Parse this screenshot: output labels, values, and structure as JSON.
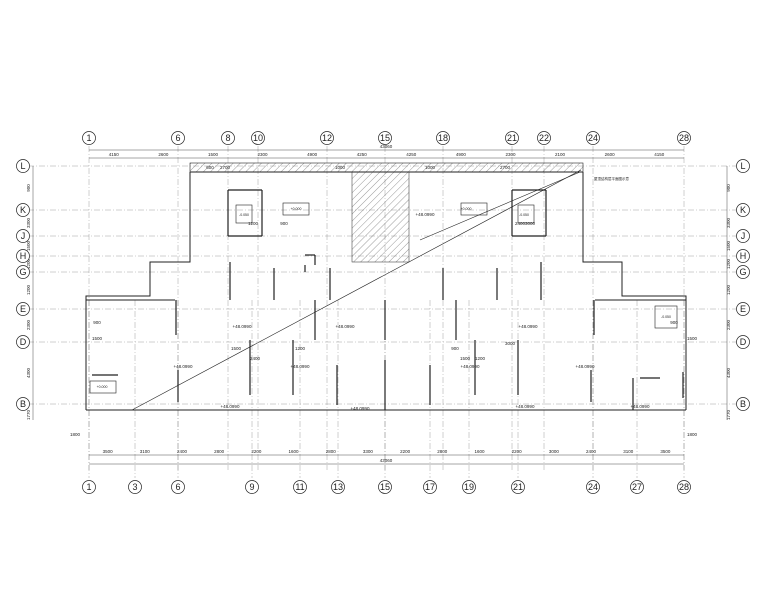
{
  "colors": {
    "background": "#ffffff",
    "line": "#222222",
    "grid": "#888888",
    "hatch": "#555555"
  },
  "grid_top": [
    "1",
    "6",
    "8",
    "10",
    "12",
    "15",
    "18",
    "21",
    "22",
    "24",
    "28"
  ],
  "grid_bottom": [
    "1",
    "3",
    "6",
    "9",
    "11",
    "13",
    "15",
    "17",
    "19",
    "21",
    "24",
    "27",
    "28"
  ],
  "grid_rows": [
    "L",
    "K",
    "J",
    "H",
    "G",
    "E",
    "D",
    "B"
  ],
  "dims_top_total": "43060",
  "dims_top": [
    "4150",
    "2600",
    "1500",
    "2300",
    "4900",
    "4250",
    "4250",
    "4900",
    "2300",
    "2100",
    "2600",
    "4150"
  ],
  "dims_top_inner": [
    "600",
    "2700",
    "1000",
    "1000",
    "2700"
  ],
  "dims_bottom_total": "43060",
  "dims_bottom": [
    "3500",
    "3100",
    "2400",
    "2800",
    "2200",
    "1600",
    "2800",
    "3300",
    "2200",
    "2800",
    "1600",
    "2200",
    "3000",
    "2400",
    "3100",
    "3500"
  ],
  "dims_left": [
    "900",
    "3300",
    "1500",
    "1200",
    "1200",
    "2300",
    "4300",
    "1770"
  ],
  "dims_right": [
    "900",
    "3300",
    "1500",
    "1200",
    "1200",
    "2300",
    "4300",
    "1770"
  ],
  "left_small_dims": [
    "1800",
    "900",
    "1500"
  ],
  "right_small_dims": [
    "1800",
    "900",
    "1500"
  ],
  "room_labels": [
    "-0.050",
    "+0.000",
    "+0.000",
    "-0.050",
    "+0.000",
    "-0.050"
  ],
  "elevation_labels": [
    "+48.0990",
    "+48.0990",
    "+48.0990",
    "+48.0990",
    "+48.0990",
    "+48.0990",
    "+48.0990",
    "+48.0990",
    "+48.0990",
    "+48.0990",
    "+48.0990",
    "+48.0990"
  ],
  "misc_dims": [
    "1200",
    "900",
    "1500",
    "2400",
    "3000",
    "1200",
    "900",
    "1500",
    "1200",
    "2400",
    "3000"
  ],
  "annotation": "屋顶结构层平面图示意"
}
